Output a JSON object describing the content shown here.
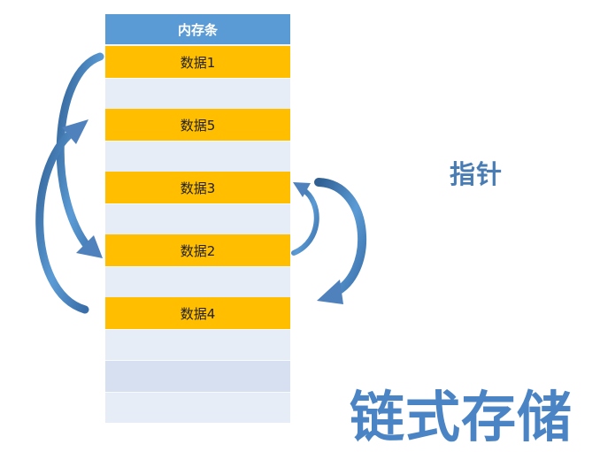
{
  "diagram": {
    "memory_header": "内存条",
    "cells": [
      {
        "type": "data",
        "label": "数据1"
      },
      {
        "type": "empty"
      },
      {
        "type": "data",
        "label": "数据5"
      },
      {
        "type": "empty"
      },
      {
        "type": "data",
        "label": "数据3"
      },
      {
        "type": "empty"
      },
      {
        "type": "data",
        "label": "数据2"
      },
      {
        "type": "empty"
      },
      {
        "type": "data",
        "label": "数据4"
      },
      {
        "type": "empty"
      },
      {
        "type": "empty",
        "alt": true
      },
      {
        "type": "empty"
      }
    ],
    "pointer_label": "指针",
    "title": "链式存储",
    "links": [
      {
        "from": "数据1",
        "to": "数据2"
      },
      {
        "from": "数据4",
        "to": "数据5"
      },
      {
        "from": "数据2",
        "to": "数据3"
      },
      {
        "from": "数据3",
        "to": "数据4"
      }
    ]
  },
  "colors": {
    "header": "#5b9bd5",
    "data_cell": "#ffbf00",
    "empty_cell": "#e7edf6",
    "arrow": "#4f81bd",
    "title": "#4b84c4"
  }
}
